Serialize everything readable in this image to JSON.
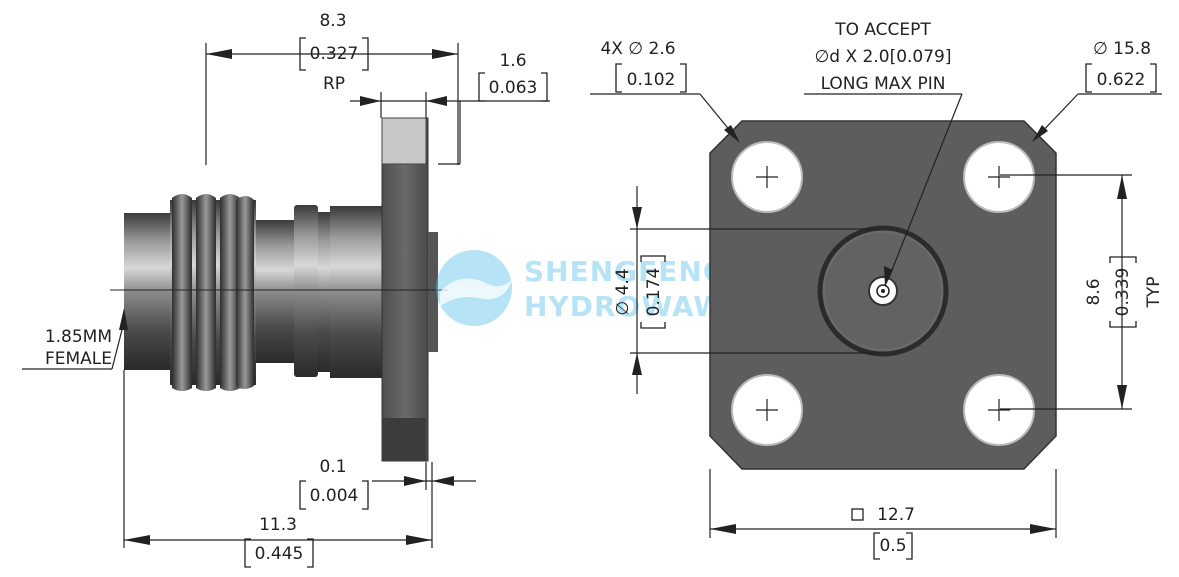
{
  "side_view": {
    "dim_8_3": "8.3",
    "dim_8_3_in": "0.327",
    "rp_label": "RP",
    "dim_1_6": "1.6",
    "dim_1_6_in": "0.063",
    "interface_line1": "1.85MM",
    "interface_line2": "FEMALE",
    "dim_0_1": "0.1",
    "dim_0_1_in": "0.004",
    "dim_11_3": "11.3",
    "dim_11_3_in": "0.445"
  },
  "front_view": {
    "holes_label": "4X  ∅ 2.6",
    "holes_in": "0.102",
    "pin_line1": "TO ACCEPT",
    "pin_line2": "∅d X 2.0[0.079]",
    "pin_line3": "LONG MAX PIN",
    "outer_dia": "∅ 15.8",
    "outer_dia_in": "0.622",
    "dia_4_4": "∅ 4.4",
    "dia_4_4_in": "0.174",
    "spacing": "8.6",
    "spacing_in": "0.339",
    "typ": "TYP",
    "square_size": "12.7",
    "square_size_in": "0.5"
  },
  "watermark": {
    "line1": "SHENGFENG",
    "line2": "HYDROWAWE"
  },
  "colors": {
    "flange": "#5d5d5d",
    "hole": "#ffffff",
    "watermark": "#5fc0ea"
  }
}
